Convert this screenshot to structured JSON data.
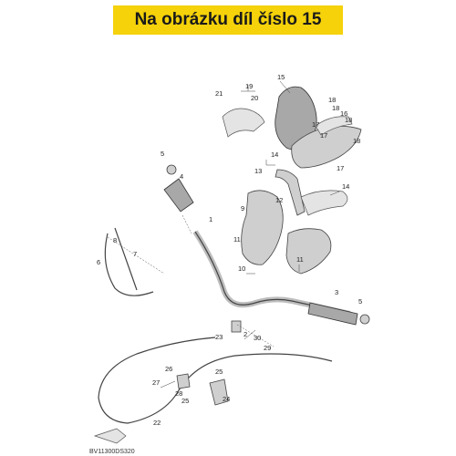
{
  "header": {
    "title": "Na obrázku díl číslo 15"
  },
  "diagram": {
    "code": "BV11300DS320",
    "labels": [
      "1",
      "2",
      "3",
      "4",
      "5",
      "5",
      "6",
      "7",
      "8",
      "9",
      "10",
      "11",
      "11",
      "12",
      "13",
      "14",
      "14",
      "15",
      "16",
      "17",
      "17",
      "17",
      "18",
      "18",
      "18",
      "18",
      "19",
      "20",
      "21",
      "22",
      "23",
      "24",
      "25",
      "25",
      "26",
      "27",
      "28",
      "29",
      "30"
    ],
    "colors": {
      "banner": "#f5d20a",
      "highlight_part": "#a8a8a8"
    }
  }
}
